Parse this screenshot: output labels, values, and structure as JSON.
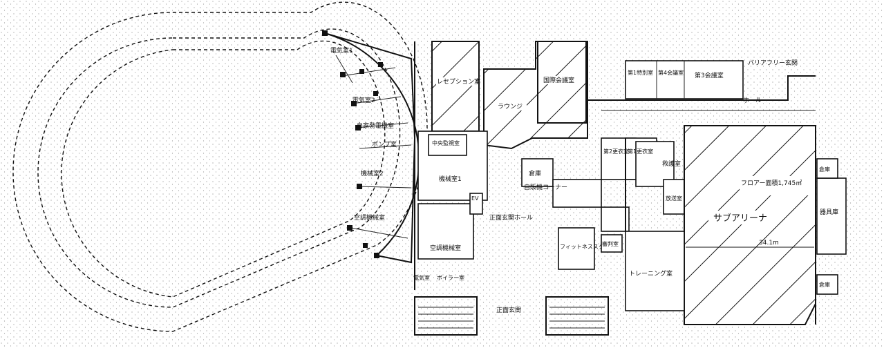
{
  "labels": {
    "denki1": "電気室1",
    "denki2": "電気室2",
    "jikahatsu": "自家発電機室",
    "pump": "ポンプ室",
    "kikai2": "機械室2",
    "kuchou_left": "空調機械室",
    "reception": "レセプション室",
    "kokusai": "国際会議室",
    "lounge": "ラウンジ",
    "dai1_tokubetsu": "第1特別室",
    "dai4_kaigi": "第4会議室",
    "dai3_kaigi": "第3会議室",
    "barrier_free": "バリアフリー玄関",
    "hall": "ホール",
    "chuo_kanshi": "中央監視室",
    "kikai1": "機械室1",
    "kura": "倉庫",
    "jihanki": "自販機コーナー",
    "shoumen_hall": "正面玄関ホール",
    "dai2_kouishitsu": "第2更衣室",
    "dai1_kouishitsu": "第1更衣室",
    "kyugoshitsu": "救護室",
    "housou": "放送室",
    "flooring_area": "フロアー面積1,745㎡",
    "sub_arena": "サブアリーナ",
    "width_34": "34.1m",
    "kura_right_top": "倉庫",
    "kura_right_bottom": "倉庫",
    "kigu": "器具庫",
    "fitness": "フィットネススタジオ",
    "shinpan": "審判室",
    "training": "トレーニング室",
    "kuchou_center": "空調機械室",
    "denki_center": "電気室",
    "boiler": "ボイラー室",
    "shoumen_genkan": "正面玄関",
    "ev": "EV"
  },
  "colors": {
    "line": "#111111",
    "background": "#ffffff",
    "stipple": "#8a8a8a"
  }
}
